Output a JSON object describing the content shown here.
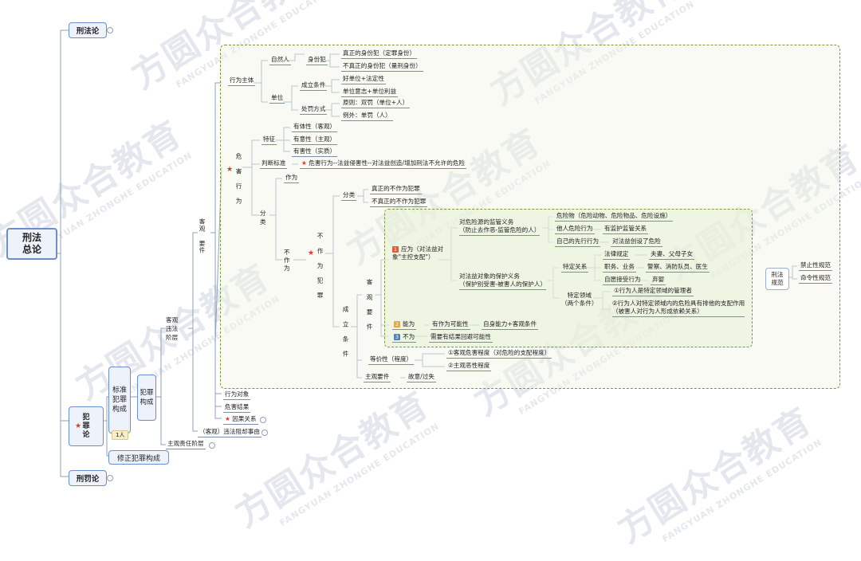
{
  "watermark": {
    "cn": "方圆众合教育",
    "en": "FANGYUAN ZHONGHE EDUCATION"
  },
  "root": "刑法\n总论",
  "top": {
    "xingfalun": "刑法论",
    "fanzuilun": "犯\n罪\n论",
    "xingfalun2": "刑罚论"
  },
  "badge_user": "1人",
  "standard": "标准\n犯罪\n构成",
  "construct": "犯罪\n构成",
  "modified": "修正犯罪构成",
  "keguan": "客观\n违法\n阶层",
  "zhuguan_layer": "主观责任阶层",
  "keguan_yaojian": "客观\n要件",
  "xingwei_duixiang": "行为对象",
  "weihai_jieguo": "危害结果",
  "yinguo": "因果关系",
  "weifa_zuque": "（客观）违法阻却事由",
  "weihai_xingwei": "危\n害\n行\n为",
  "xingwei_zhuti": "行为主体",
  "ziranren": "自然人",
  "shenfen": "身份犯",
  "zhen_shenfen": "真正的身份犯（定罪身份）",
  "buzhen_shenfen": "不真正的身份犯（量刑身份）",
  "danwei": "单位",
  "chengli_tiaojian": "成立条件",
  "hao_danwei": "好单位+法定性",
  "danwei_yizhi": "单位意志+单位利益",
  "chufa": "处罚方式",
  "yuanze": "原则：双罚（单位+人）",
  "liwai": "例外：单罚（人）",
  "tezheng": "特征",
  "youtixing": "有体性（客观）",
  "youyixing": "有意性（主观）",
  "youhaixing": "有害性（实质）",
  "panduan": "判断标准",
  "panduan_text": "危害行为--法益侵害性--对法益创造/增加刑法不允许的危险",
  "fenlei": "分\n类",
  "zuowei": "作为",
  "buzuowei": "不\n作\n为",
  "buzuowei_fanzui": "不\n作\n为\n犯\n罪",
  "fenlei2": "分类",
  "zhen_buzuowei": "真正的不作为犯罪",
  "buzhen_buzuowei": "不真正的不作为犯罪",
  "chengli_tiaojian2": "成\n立\n条\n件",
  "keguan_yaojian2": "客\n观\n要\n件",
  "yingwei_num": "1",
  "yingwei": "应为（对法益对\n象\"主控支配\"）",
  "jianguan": "对危险源的监管义务\n（防止去作恶-监管危险的人）",
  "weixianwu": "危险物（危险动物、危险物品、危险设施）",
  "taren": "他人危险行为",
  "youjianguan": "有监护监管关系",
  "xianxing": "自己的先行行为",
  "chuangzao": "对法益创设了危险",
  "baohu": "对法益对象的保护义务\n（保护别受害-被害人的保护人）",
  "teding_guanxi": "特定关系",
  "falv_guiding": "法律规定",
  "fuqi": "夫妻、父母子女",
  "zhiwu": "职务、业务",
  "jingcha": "警察、消防队员、医生",
  "ziyuan": "自愿接受行为",
  "qiying": "弃婴",
  "teding_lingyu": "特定领域\n（两个条件）",
  "lingyu1": "①行为人是特定领域的管理者",
  "lingyu2": "②行为人对特定领域内的危险具有排他的支配作用\n（被害人对行为人形成依赖关系）",
  "neng_num": "2",
  "neng": "能为",
  "you_zuowei": "有作为可能性",
  "ziji_nengli": "自身能力+客观条件",
  "bu_num": "3",
  "buwei": "不为",
  "xuyao": "需要有结果回避可能性",
  "dengjia": "等价性（程度）",
  "dengjia1": "①客观危害程度（对危险的支配程度）",
  "dengjia2": "②主观恶性程度",
  "zhuguan_yaojian": "主观要件",
  "guyi": "故意/过失",
  "right_box": "刑法\n规范",
  "jinzhi": "禁止性规范",
  "mingling": "命令性规范",
  "colors": {
    "accent_box": "#6b8fc7",
    "dashed": "#7a9a3a",
    "star": "#e03a2f",
    "line": "#8fa2bd"
  }
}
